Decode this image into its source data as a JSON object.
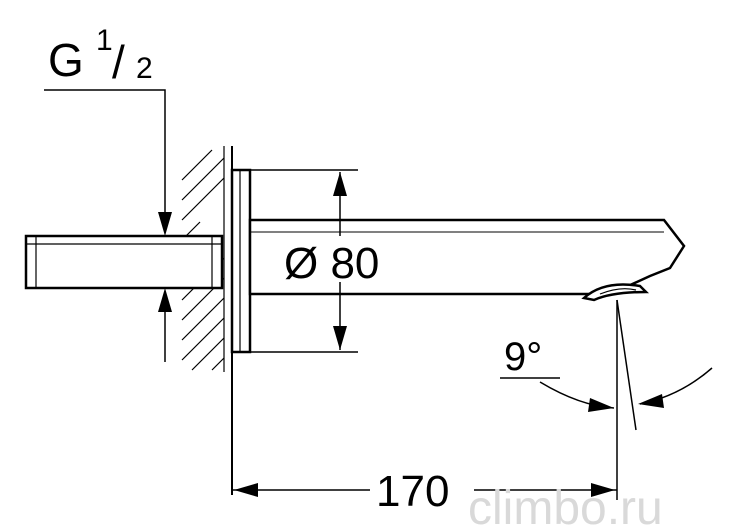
{
  "labels": {
    "thread_prefix": "G",
    "thread_num": "1",
    "thread_slash": "/",
    "thread_den": "2",
    "diameter": "Ø 80",
    "length": "170",
    "angle": "9°"
  },
  "watermark": "climbo.ru"
}
